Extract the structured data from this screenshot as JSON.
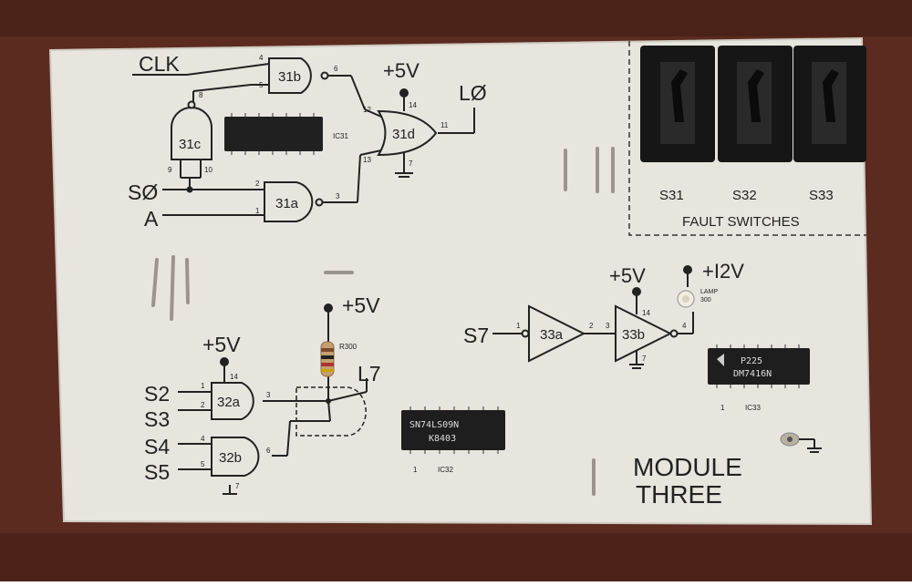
{
  "board": {
    "module_label_line1": "MODULE",
    "module_label_line2": "THREE",
    "fault_switches_label": "FAULT SWITCHES",
    "switch_labels": [
      "S31",
      "S32",
      "S33"
    ]
  },
  "signals": {
    "clk": "CLK",
    "s0": "SØ",
    "a": "A",
    "l0": "LØ",
    "s2": "S2",
    "s3": "S3",
    "s4": "S4",
    "s5": "S5",
    "l7": "L7",
    "s7": "S7"
  },
  "supplies": {
    "plus5v": "+5V",
    "plus12v": "+I2V"
  },
  "gates": {
    "g31b": "31b",
    "g31c": "31c",
    "g31a": "31a",
    "g31d": "31d",
    "g32a": "32a",
    "g32b": "32b",
    "g33a": "33a",
    "g33b": "33b"
  },
  "pins": {
    "p31b_4": "4",
    "p31b_5": "5",
    "p31b_6": "6",
    "p31c_8": "8",
    "p31c_9": "9",
    "p31c_10": "10",
    "p31a_2": "2",
    "p31a_1": "1",
    "p31a_3": "3",
    "p31d_12": "12",
    "p31d_13": "13",
    "p31d_11": "11",
    "p31d_14": "14",
    "p31d_7": "7",
    "p32a_1": "1",
    "p32a_2": "2",
    "p32a_3": "3",
    "p32a_14": "14",
    "p32b_4": "4",
    "p32b_5": "5",
    "p32b_6": "6",
    "p32b_7": "7",
    "p33a_1": "1",
    "p33a_2": "2",
    "p33b_3": "3",
    "p33b_4": "4",
    "p33b_14": "14",
    "p33b_7": "7"
  },
  "components": {
    "ic31_label": "IC31",
    "ic32_label": "IC32",
    "ic33_label": "IC33",
    "ic32_marking_line1": "SN74LS09N",
    "ic32_marking_line2": "K8403",
    "ic33_marking_line1": "P225",
    "ic33_marking_line2": "DM7416N",
    "resistor_label": "R300",
    "lamp_label_line1": "LAMP",
    "lamp_label_line2": "300",
    "ic_pin1_mark": "1"
  }
}
